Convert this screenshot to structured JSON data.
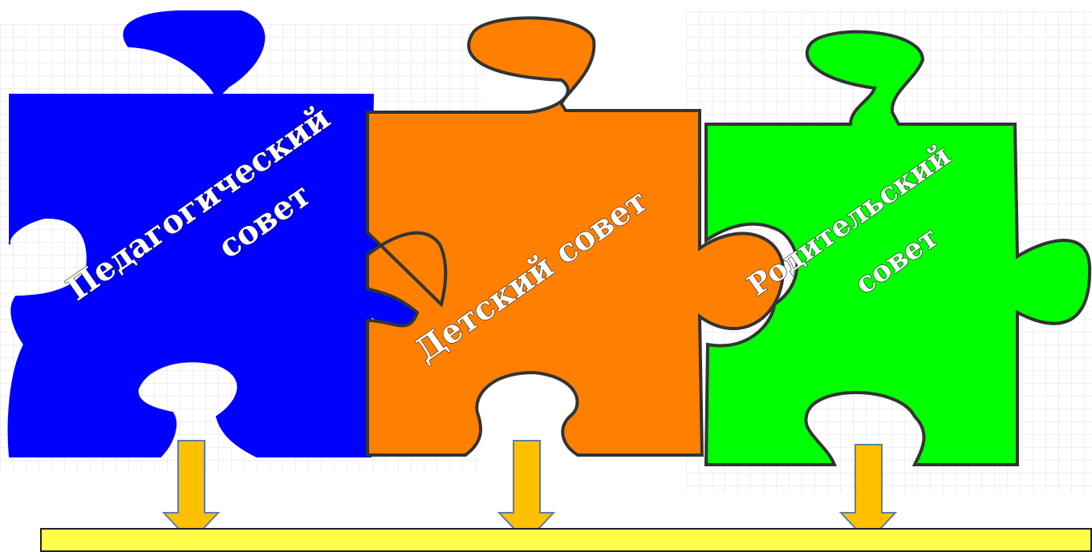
{
  "pieces": [
    {
      "id": "pedagogical",
      "lines": [
        "Педагогический",
        "совет"
      ],
      "color": "#0000ff"
    },
    {
      "id": "children",
      "lines": [
        "Детский совет"
      ],
      "color": "#ff8000"
    },
    {
      "id": "parents",
      "lines": [
        "Родительский",
        "совет"
      ],
      "color": "#00ff00"
    }
  ],
  "arrow_color": "#ffc000",
  "bottom_box_color": "#ffff4a"
}
